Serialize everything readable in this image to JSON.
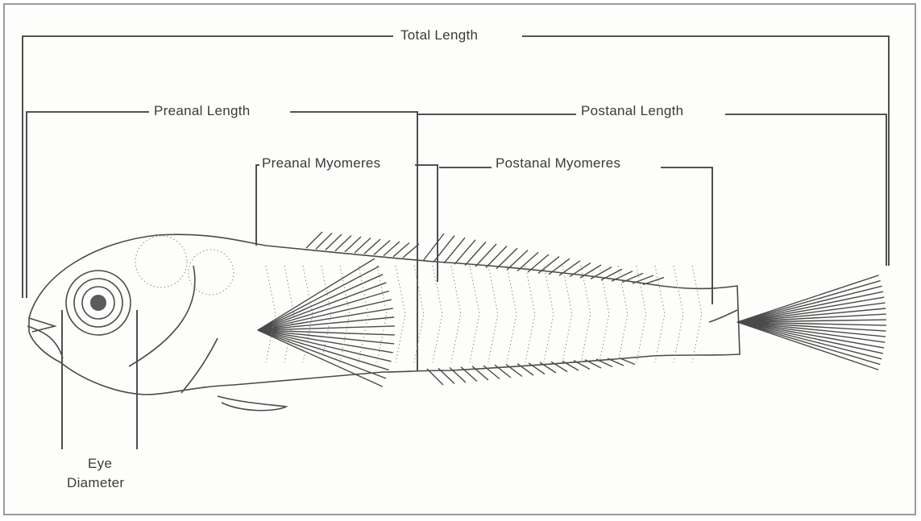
{
  "labels": {
    "total_length": "Total Length",
    "preanal_length": "Preanal Length",
    "postanal_length": "Postanal Length",
    "preanal_myomeres": "Preanal Myomeres",
    "postanal_myomeres": "Postanal Myomeres",
    "eye_line1": "Eye",
    "eye_line2": "Diameter"
  }
}
